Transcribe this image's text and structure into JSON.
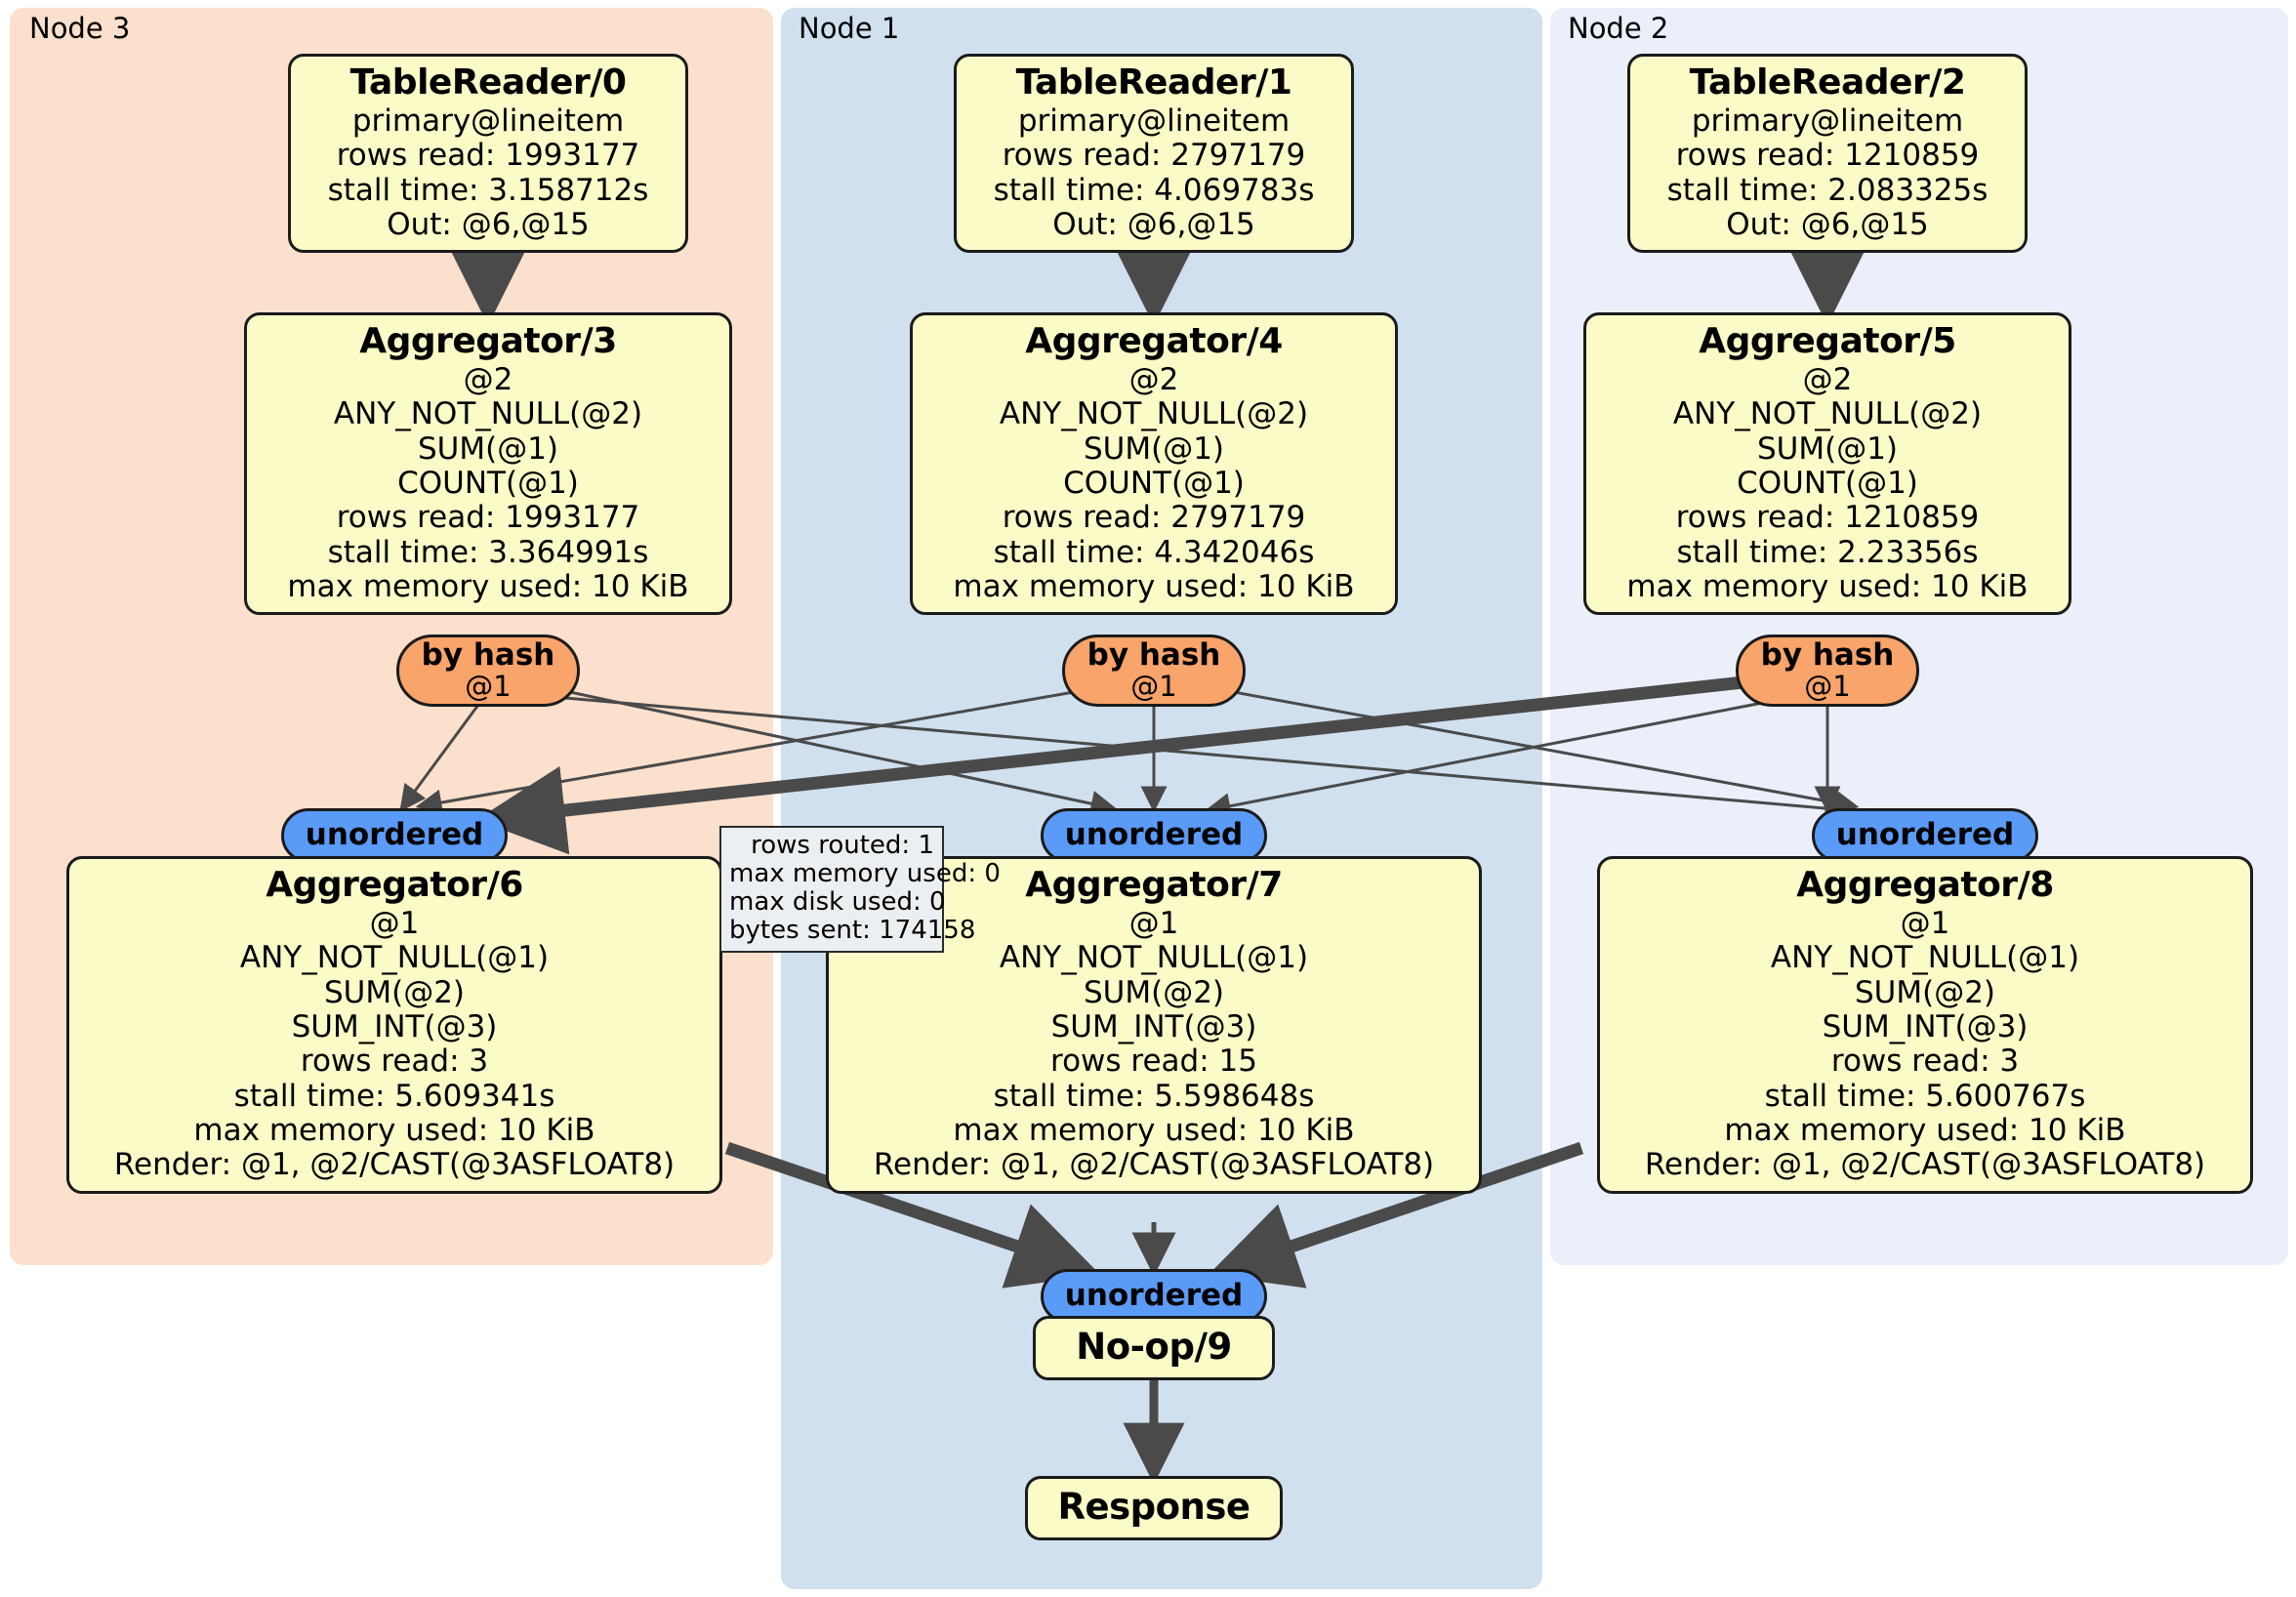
{
  "diagram": {
    "type": "distributed-query-execution-plan",
    "clusters": [
      {
        "id": "node3",
        "label": "Node 3",
        "color": "#fbe0cd"
      },
      {
        "id": "node1",
        "label": "Node 1",
        "color": "#d1e0ef"
      },
      {
        "id": "node2",
        "label": "Node 2",
        "color": "#eaeffa"
      }
    ],
    "nodes": {
      "tablereader0": {
        "title": "TableReader/0",
        "lines": [
          "primary@lineitem",
          "rows read: 1993177",
          "stall time: 3.158712s",
          "Out: @6,@15"
        ]
      },
      "tablereader1": {
        "title": "TableReader/1",
        "lines": [
          "primary@lineitem",
          "rows read: 2797179",
          "stall time: 4.069783s",
          "Out: @6,@15"
        ]
      },
      "tablereader2": {
        "title": "TableReader/2",
        "lines": [
          "primary@lineitem",
          "rows read: 1210859",
          "stall time: 2.083325s",
          "Out: @6,@15"
        ]
      },
      "aggregator3": {
        "title": "Aggregator/3",
        "lines": [
          "@2",
          "ANY_NOT_NULL(@2)",
          "SUM(@1)",
          "COUNT(@1)",
          "rows read: 1993177",
          "stall time: 3.364991s",
          "max memory used: 10 KiB"
        ]
      },
      "aggregator4": {
        "title": "Aggregator/4",
        "lines": [
          "@2",
          "ANY_NOT_NULL(@2)",
          "SUM(@1)",
          "COUNT(@1)",
          "rows read: 2797179",
          "stall time: 4.342046s",
          "max memory used: 10 KiB"
        ]
      },
      "aggregator5": {
        "title": "Aggregator/5",
        "lines": [
          "@2",
          "ANY_NOT_NULL(@2)",
          "SUM(@1)",
          "COUNT(@1)",
          "rows read: 1210859",
          "stall time: 2.23356s",
          "max memory used: 10 KiB"
        ]
      },
      "aggregator6": {
        "title": "Aggregator/6",
        "lines": [
          "@1",
          "ANY_NOT_NULL(@1)",
          "SUM(@2)",
          "SUM_INT(@3)",
          "rows read: 3",
          "stall time: 5.609341s",
          "max memory used: 10 KiB",
          "Render: @1, @2/CAST(@3ASFLOAT8)"
        ]
      },
      "aggregator7": {
        "title": "Aggregator/7",
        "lines": [
          "@1",
          "ANY_NOT_NULL(@1)",
          "SUM(@2)",
          "SUM_INT(@3)",
          "rows read: 15",
          "stall time: 5.598648s",
          "max memory used: 10 KiB",
          "Render: @1, @2/CAST(@3ASFLOAT8)"
        ]
      },
      "aggregator8": {
        "title": "Aggregator/8",
        "lines": [
          "@1",
          "ANY_NOT_NULL(@1)",
          "SUM(@2)",
          "SUM_INT(@3)",
          "rows read: 3",
          "stall time: 5.600767s",
          "max memory used: 10 KiB",
          "Render: @1, @2/CAST(@3ASFLOAT8)"
        ]
      },
      "noop9": {
        "title": "No-op/9"
      },
      "response": {
        "title": "Response"
      }
    },
    "routers": {
      "hash3": {
        "label": "by hash",
        "sub": "@1"
      },
      "hash4": {
        "label": "by hash",
        "sub": "@1"
      },
      "hash5": {
        "label": "by hash",
        "sub": "@1"
      },
      "unordered_left": {
        "label": "unordered"
      },
      "unordered_mid": {
        "label": "unordered"
      },
      "unordered_right": {
        "label": "unordered"
      },
      "unordered_final": {
        "label": "unordered"
      }
    },
    "stats_tooltip": {
      "lines": [
        "rows routed: 1",
        "max memory used: 0",
        "max disk used: 0",
        "bytes sent: 174158"
      ]
    },
    "colors": {
      "node3_bg": "#fbe0cd",
      "node1_bg": "#d1e0ef",
      "node2_bg": "#eaeffa",
      "operator_box": "#fbfbc8",
      "hash_router": "#f9a46a",
      "unordered_router": "#5b9bf8",
      "edge": "#4a4a4a",
      "stats_bg": "#eceff1"
    }
  }
}
